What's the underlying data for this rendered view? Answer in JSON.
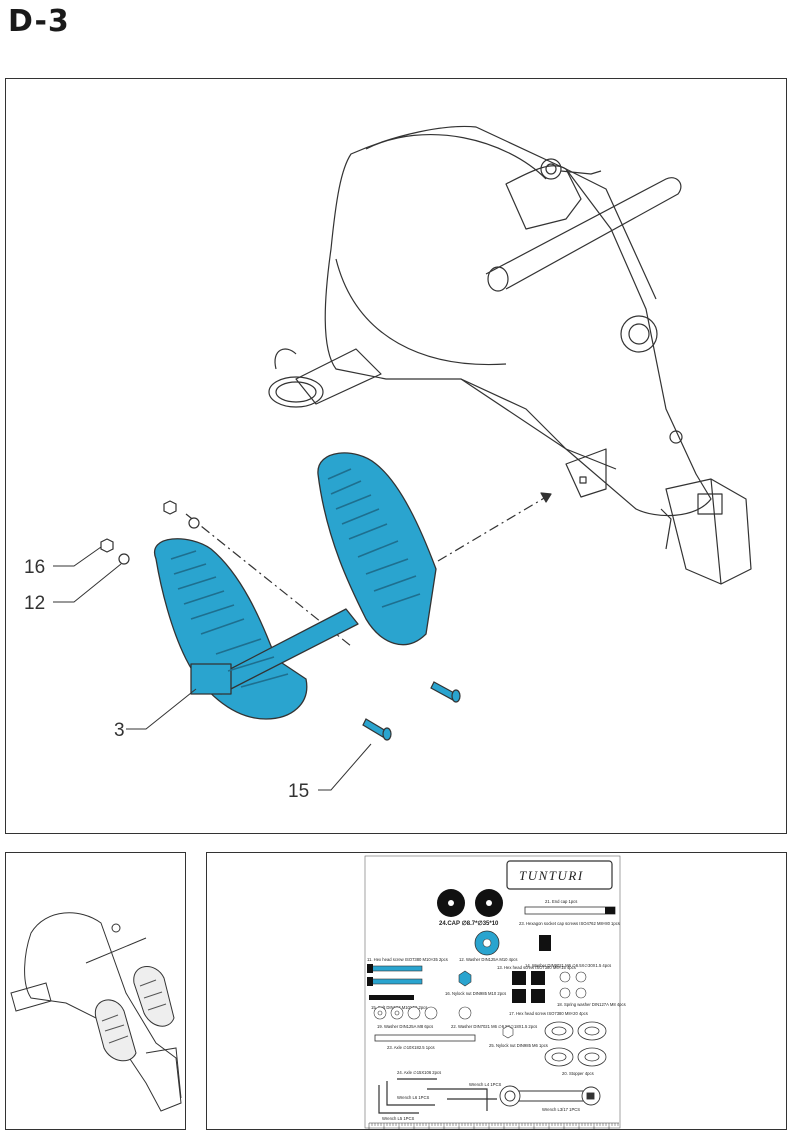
{
  "page": {
    "title": "D-3"
  },
  "callouts": {
    "c16": "16",
    "c12": "12",
    "c3": "3",
    "c15": "15"
  },
  "colors": {
    "highlight": "#2aa4cf",
    "line": "#333333"
  },
  "parts_list": {
    "logo": "TUNTURI",
    "items": [
      {
        "id": "end_cap",
        "label": "21. End cap 1pcs"
      },
      {
        "id": "hex_socket",
        "label": "23. Hexagon socket cap screws ISO4762 M8×80 1pcs"
      },
      {
        "id": "pads",
        "label": "24.CAP  ∅8.7*∅35*10"
      },
      {
        "id": "washer_m10",
        "label": "12. Washer DIN125A M10 4pcs"
      },
      {
        "id": "hex_m6",
        "label": "13. Hex head screw ISO7380 M6×15 4pcs"
      },
      {
        "id": "washer_din9021",
        "label": "14. Washer DIN9021 M6 ∅6.5X∅30X1.5 4pcs"
      },
      {
        "id": "hex_m10",
        "label": "11. Hex head screw ISO7380 M10×35 2pcs"
      },
      {
        "id": "nyloc_m10",
        "label": "16. Nylock nut DIN985 M10 2pcs"
      },
      {
        "id": "bolt_din603",
        "label": "15. Bolt DIN603 M10X50 2pcs"
      },
      {
        "id": "spring_washer",
        "label": "18. Spring washer DIN127A M8 4pcs"
      },
      {
        "id": "hex_m8",
        "label": "17. Hex head screw ISO7380 M8×20 4pcs"
      },
      {
        "id": "washer_m8",
        "label": "19. Washer DIN125A M8 6pcs"
      },
      {
        "id": "washer_m6",
        "label": "22. Washer DIN7021 M6 ∅6.5X∅18X1.5 2pcs"
      },
      {
        "id": "axle_m10",
        "label": "23. Axle ∅10X182.5 1pcs"
      },
      {
        "id": "nyloc_m6",
        "label": "25. Nylock nut DIN985 M6 1pcs"
      },
      {
        "id": "stopper",
        "label": "20. Stopper 4pcs"
      },
      {
        "id": "axle_m15",
        "label": "24. Axle ∅15X106 2pcs"
      },
      {
        "id": "wrench_l4",
        "label": "Wrench L4  1PCS"
      },
      {
        "id": "wrench_l6",
        "label": "Wrench L6  1PCS"
      },
      {
        "id": "wrench_l5",
        "label": "Wrench L5  1PCS"
      },
      {
        "id": "wrench_l3",
        "label": "Wrench L3/17  1PCS"
      }
    ]
  }
}
